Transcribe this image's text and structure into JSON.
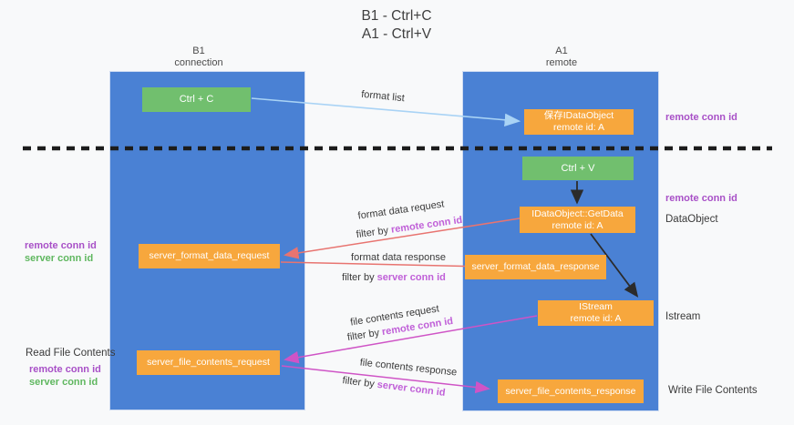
{
  "title": {
    "line1": "B1 - Ctrl+C",
    "line2": "A1 - Ctrl+V"
  },
  "lanes": {
    "left": {
      "name": "B1",
      "subtitle": "connection"
    },
    "right": {
      "name": "A1",
      "subtitle": "remote"
    }
  },
  "nodes": {
    "ctrl_c": {
      "label": "Ctrl + C"
    },
    "ctrl_v": {
      "label": "Ctrl + V"
    },
    "save_idataobject": {
      "line1": "保存IDataObject",
      "line2": "remote id: A"
    },
    "idataobject_getdata": {
      "line1": "IDataObject::GetData",
      "line2": "remote id: A"
    },
    "istream": {
      "line1": "IStream",
      "line2": "remote id: A"
    },
    "server_format_data_request": {
      "label": "server_format_data_request"
    },
    "server_format_data_response": {
      "label": "server_format_data_response"
    },
    "server_file_contents_request": {
      "label": "server_file_contents_request"
    },
    "server_file_contents_response": {
      "label": "server_file_contents_response"
    }
  },
  "arrow_labels": {
    "format_list": "format list",
    "format_data_request": "format data request",
    "format_data_response": "format data response",
    "file_contents_request": "file contents request",
    "file_contents_response": "file contents response",
    "filter_by": "filter by",
    "remote_conn_id": "remote conn id",
    "server_conn_id": "server conn id"
  },
  "side_labels": {
    "remote_conn_id": "remote conn id",
    "server_conn_id": "server conn id",
    "dataobject": "DataObject",
    "istream": "Istream",
    "read_file_contents": "Read File Contents",
    "write_file_contents": "Write File Contents"
  },
  "colors": {
    "lane_blue": "#4a81d4",
    "node_green": "#71bf6e",
    "node_orange": "#f7a73d",
    "arrow_light_blue": "#a9d3f5",
    "arrow_salmon": "#e87470",
    "arrow_magenta": "#cf54c6",
    "arrow_black": "#2b2b2b",
    "label_purple": "#a850c7",
    "label_filter_purple": "#c060d8",
    "label_green": "#5fb75f"
  }
}
